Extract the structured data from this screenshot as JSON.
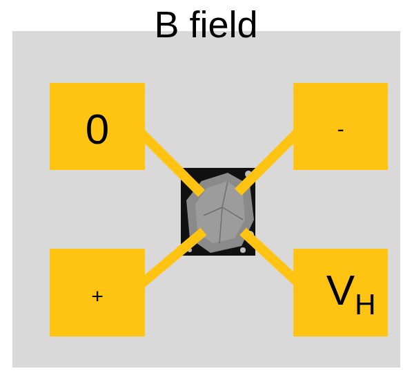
{
  "diagram": {
    "title": "B field",
    "nodes": [
      {
        "text": [
          "0"
        ]
      },
      {
        "text": [
          "-"
        ]
      },
      {
        "text": [
          "+"
        ]
      },
      {
        "text": [
          "V",
          "H"
        ]
      }
    ]
  }
}
